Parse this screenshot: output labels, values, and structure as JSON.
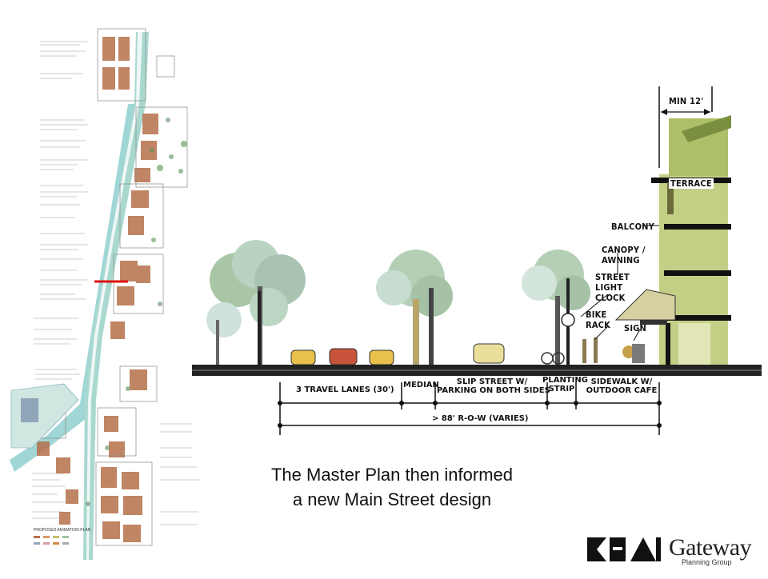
{
  "caption": {
    "line1": "The Master Plan then informed",
    "line2": "a  new Main Street design"
  },
  "section": {
    "labels": {
      "min_width": "MIN 12'",
      "terrace": "TERRACE",
      "balcony": "BALCONY",
      "canopy_line1": "CANOPY /",
      "canopy_line2": "AWNING",
      "street_light_line1": "STREET",
      "street_light_line2": "LIGHT",
      "street_light_line3": "CLOCK",
      "bike_rack_line1": "BIKE",
      "bike_rack_line2": "RACK",
      "sign": "SIGN"
    },
    "dimensions": {
      "travel_lanes": "3 TRAVEL LANES (30')",
      "median": "MEDIAN",
      "slip_street_line1": "SLIP STREET W/",
      "slip_street_line2": "PARKING ON BOTH SIDES",
      "planting_line1": "PLANTING",
      "planting_line2": "STRIP",
      "sidewalk_line1": "SIDEWALK W/",
      "sidewalk_line2": "OUTDOOR CAFE",
      "row": "> 88' R-O-W (VARIES)"
    }
  },
  "plan": {
    "legend_title": "PROPOSED ANIMATION PLAN"
  },
  "logos": {
    "brand": "Gateway",
    "sub": "Planning Group",
    "mark_icon": "kha-logo-icon"
  },
  "colors": {
    "water": "#8fcfcf",
    "building": "#b5704a",
    "tree": "#5a8f5a",
    "highlight": "#e01010",
    "road": "#222222"
  }
}
